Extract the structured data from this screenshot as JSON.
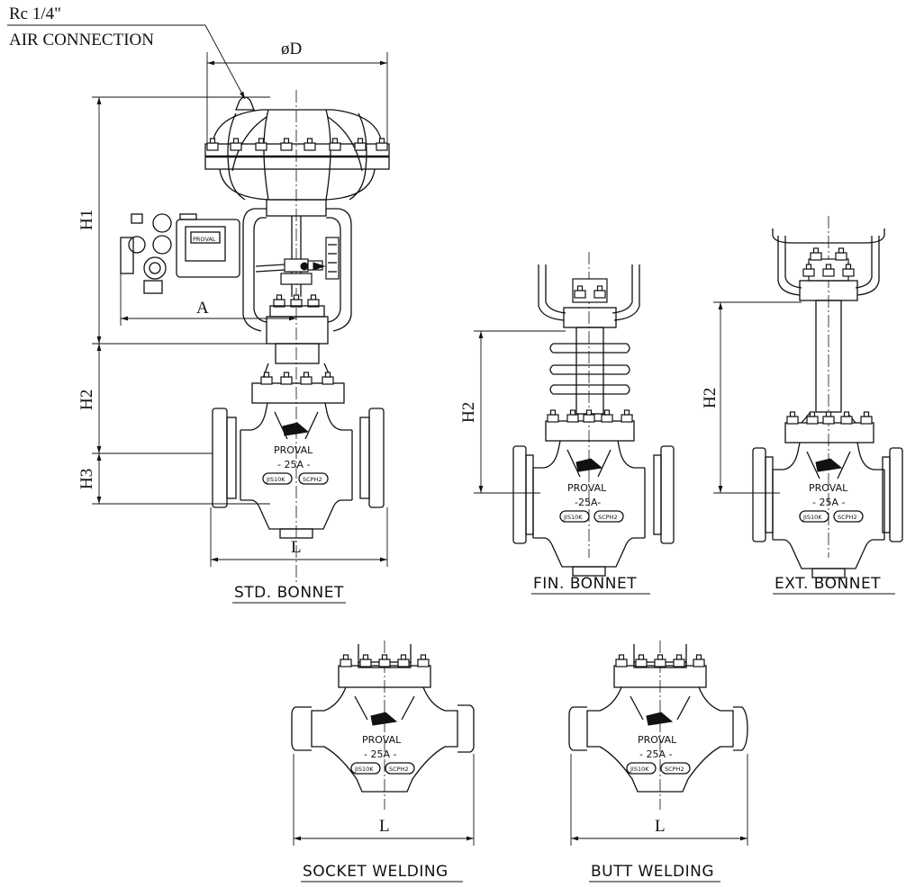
{
  "annotations": {
    "air_thread": "Rc  1/4\"",
    "air_connection": "AIR  CONNECTION",
    "diameter": "øD",
    "h1": "H1",
    "h2": "H2",
    "h3": "H3",
    "a": "A",
    "l": "L"
  },
  "captions": {
    "std": "STD. BONNET",
    "fin": "FIN. BONNET",
    "ext": "EXT. BONNET",
    "socket": "SOCKET WELDING",
    "butt": "BUTT WELDING"
  },
  "casting": {
    "brand": "PROVAL",
    "size_std": "- 25A -",
    "size_fin": "-25A-",
    "rating": "JIS10K",
    "material": "SCPH2"
  },
  "positioner": {
    "brand": "PROVAL"
  }
}
